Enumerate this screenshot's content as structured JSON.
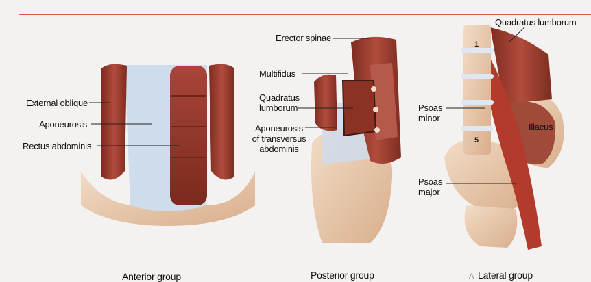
{
  "labels": {
    "anterior": {
      "external_oblique": "External oblique",
      "aponeurosis": "Aponeurosis",
      "rectus_abdominis": "Rectus abdominis"
    },
    "posterior": {
      "erector_spinae": "Erector spinae",
      "multifidus": "Multifidus",
      "quadratus_lumborum": [
        "Quadratus",
        "lumborum"
      ],
      "aponeurosis_transversus": [
        "Aponeurosis",
        "of transversus",
        "abdominis"
      ]
    },
    "lateral": {
      "quadratus_lumborum": "Quadratus lumborum",
      "psoas_minor": [
        "Psoas",
        "minor"
      ],
      "iliacus": "Iliacus",
      "psoas_major": [
        "Psoas",
        "major"
      ],
      "vertebra_top": "1",
      "vertebra_bottom": "5"
    }
  },
  "captions": {
    "anterior": "Anterior group",
    "posterior": "Posterior group",
    "lateral": "Lateral group"
  },
  "watermark": "A",
  "colors": {
    "rule": "#e05a4a",
    "muscle": "#9b3a2b",
    "muscle_light": "#c4665a",
    "aponeurosis": "#cfdcec",
    "bone": "#e8c7a8",
    "background": "#f4f2f0"
  }
}
